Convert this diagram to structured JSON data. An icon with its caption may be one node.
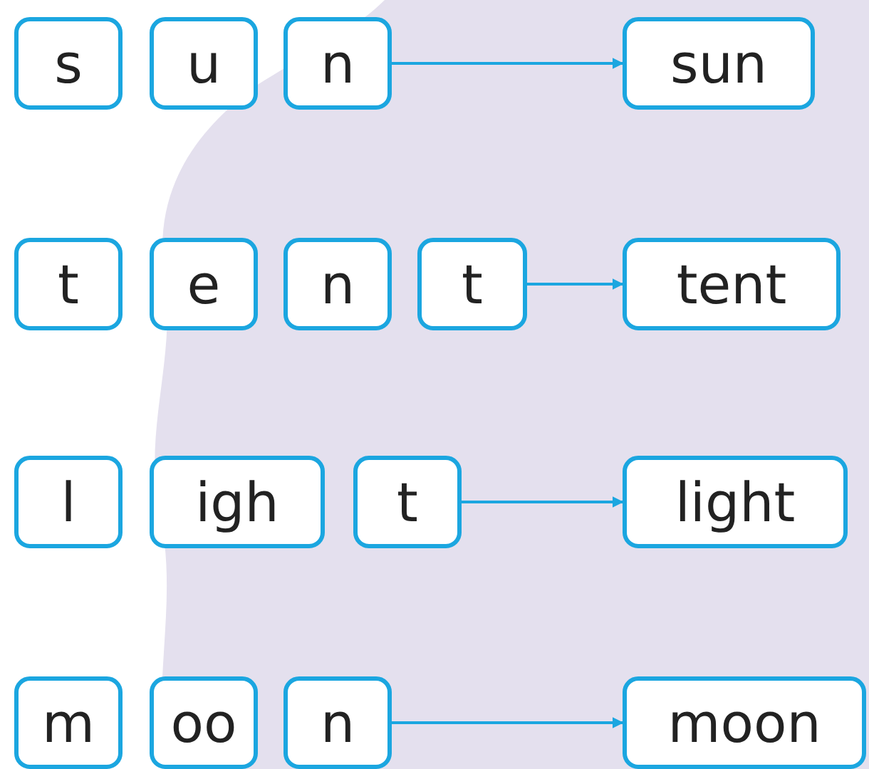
{
  "diagram": {
    "nodes": [
      {
        "text": [
          "s"
        ]
      },
      {
        "text": [
          "u"
        ]
      },
      {
        "text": [
          "n"
        ]
      },
      {
        "text": [
          "sun"
        ]
      },
      {
        "text": [
          "t"
        ]
      },
      {
        "text": [
          "e"
        ]
      },
      {
        "text": [
          "n"
        ]
      },
      {
        "text": [
          "t"
        ]
      },
      {
        "text": [
          "tent"
        ]
      },
      {
        "text": [
          "l"
        ]
      },
      {
        "text": [
          "igh"
        ]
      },
      {
        "text": [
          "t"
        ]
      },
      {
        "text": [
          "light"
        ]
      },
      {
        "text": [
          "m"
        ]
      },
      {
        "text": [
          "oo"
        ]
      },
      {
        "text": [
          "n"
        ]
      },
      {
        "text": [
          "moon"
        ]
      }
    ],
    "edges": [
      {
        "from": 2,
        "to": 3,
        "arrow": "to"
      },
      {
        "from": 7,
        "to": 8,
        "arrow": "to"
      },
      {
        "from": 11,
        "to": 12,
        "arrow": "to"
      },
      {
        "from": 15,
        "to": 16,
        "arrow": "to"
      }
    ]
  }
}
